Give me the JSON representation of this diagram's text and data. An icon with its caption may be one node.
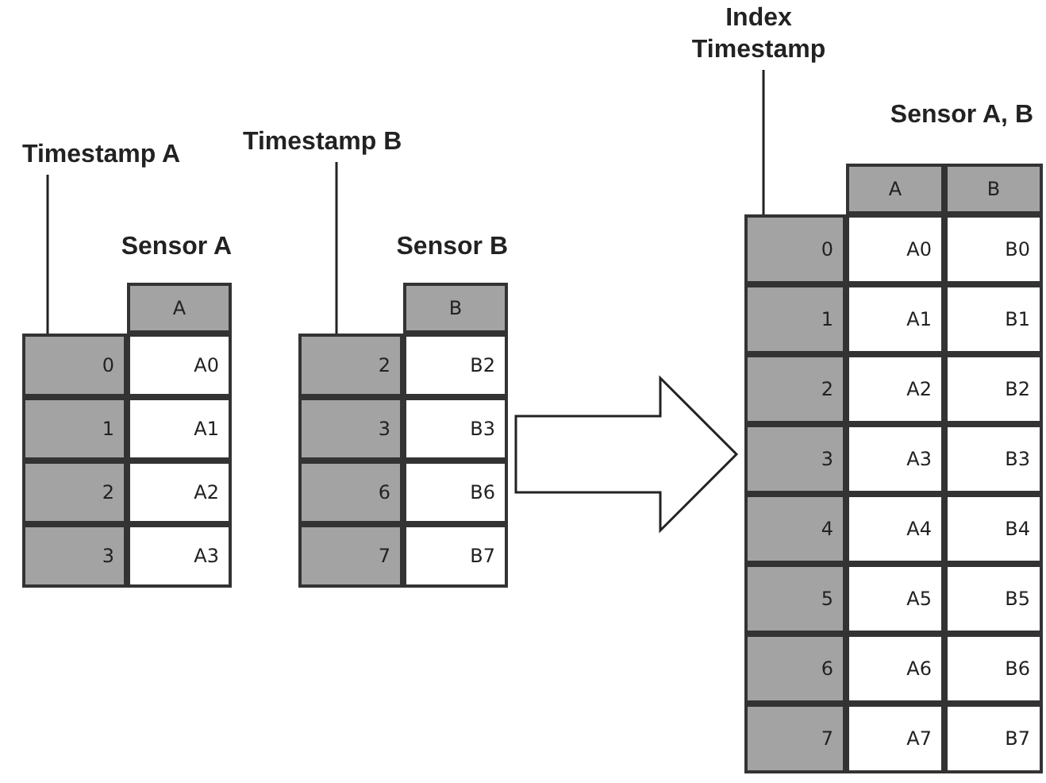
{
  "diagram": {
    "nodes": [
      {
        "text": [
          "Timestamp A"
        ]
      },
      {
        "text": [
          "Sensor A"
        ]
      },
      {
        "text": [],
        "shape": "bar"
      },
      {
        "text": [
          "Timestamp B"
        ]
      },
      {
        "text": [
          "Sensor B"
        ]
      },
      {
        "text": [],
        "shape": "bar"
      },
      {
        "text": [
          "Index Timestamp"
        ]
      },
      {
        "text": [
          "Sensor A, B"
        ]
      },
      {
        "text": [],
        "shape": "bar"
      }
    ],
    "edges": [
      {
        "from": 0,
        "to": 2,
        "arrow": "none"
      },
      {
        "from": 3,
        "to": 5,
        "arrow": "none"
      },
      {
        "from": 6,
        "to": 8,
        "arrow": "none"
      },
      {
        "from": 4,
        "to": 7,
        "arrow": "to"
      }
    ],
    "labels": [
      "A",
      "0",
      "A0",
      "1",
      "A1",
      "2",
      "A2",
      "3",
      "A3",
      "B",
      "2",
      "B2",
      "3",
      "B3",
      "6",
      "B6",
      "7",
      "B7",
      "A",
      "B",
      "0",
      "A0",
      "B0",
      "1",
      "A1",
      "B1",
      "2",
      "A2",
      "B2",
      "3",
      "A3",
      "B3",
      "4",
      "A4",
      "B4",
      "5",
      "A5",
      "B5",
      "6",
      "A6",
      "B6",
      "7",
      "A7",
      "B7"
    ]
  }
}
